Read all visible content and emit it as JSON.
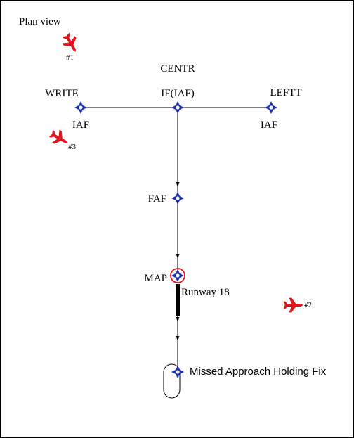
{
  "title": "Plan view",
  "colors": {
    "fix": "#1a2fb3",
    "aircraft": "#e0141c",
    "line": "#000000",
    "map_ring": "#e0141c"
  },
  "fixes": {
    "centr": {
      "name": "CENTR",
      "role": "IF(IAF)"
    },
    "write": {
      "name": "WRITE",
      "role": "IAF"
    },
    "leftt": {
      "name": "LEFTT",
      "role": "IAF"
    },
    "faf": {
      "name": "FAF"
    },
    "map": {
      "name": "MAP"
    },
    "missed": {
      "name": "Missed Approach Holding Fix"
    }
  },
  "runway": {
    "label": "Runway 18"
  },
  "aircraft": [
    {
      "id": "1",
      "label": "#1",
      "icon": "airplane-icon"
    },
    {
      "id": "2",
      "label": "#2",
      "icon": "airplane-icon"
    },
    {
      "id": "3",
      "label": "#3",
      "icon": "airplane-icon"
    }
  ]
}
